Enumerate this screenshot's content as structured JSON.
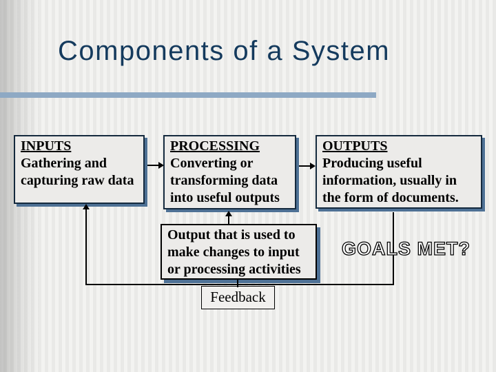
{
  "title": "Components of a System",
  "boxes": {
    "inputs": {
      "heading": "INPUTS",
      "body": "Gathering and capturing raw data"
    },
    "processing": {
      "heading": "PROCESSING",
      "body": "Converting or transforming data into useful outputs"
    },
    "outputs": {
      "heading": "OUTPUTS",
      "body": "Producing useful information, usually in the form of documents."
    },
    "feedback_note": {
      "body": "Output that is used to make changes to input or processing activities"
    }
  },
  "labels": {
    "feedback": "Feedback",
    "goals_met": "GOALS MET?"
  },
  "colors": {
    "title_text": "#143a5d",
    "title_rule": "#8ea9c4",
    "box_fill": "#ecebe9",
    "box_border": "#14293d",
    "box_shadow": "#4e7195",
    "connector_line": "#000000"
  }
}
